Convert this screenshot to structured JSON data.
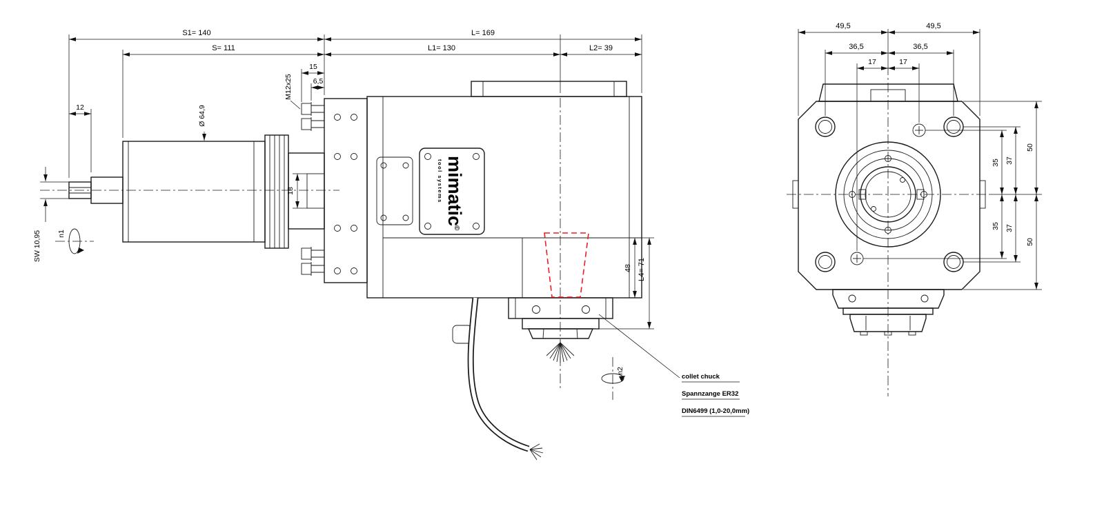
{
  "brand": {
    "name": "mimatic",
    "mark": "©",
    "tagline": "tool systems"
  },
  "side": {
    "s1": "S1=  140",
    "l": "L=  169",
    "s": "S=  111",
    "l1": "L1=  130",
    "l2": "L2=  39",
    "d15": "15",
    "d65": "6,5",
    "m12": "M12x25",
    "d12": "12",
    "dia": "Ø 64,9",
    "d18": "18",
    "sw": "SW 10,95",
    "n1": "n1",
    "n2": "n2",
    "d48": "48",
    "l4": "L4=  71",
    "note1": "collet chuck",
    "note2": "Spannzange ER32",
    "note3": "DIN6499 (1,0-20,0mm)"
  },
  "front": {
    "w1l": "49,5",
    "w1r": "49,5",
    "w2l": "36,5",
    "w2r": "36,5",
    "w3l": "17",
    "w3r": "17",
    "h50t": "50",
    "h37t": "37",
    "h35t": "35",
    "h35b": "35",
    "h37b": "37",
    "h50b": "50"
  }
}
